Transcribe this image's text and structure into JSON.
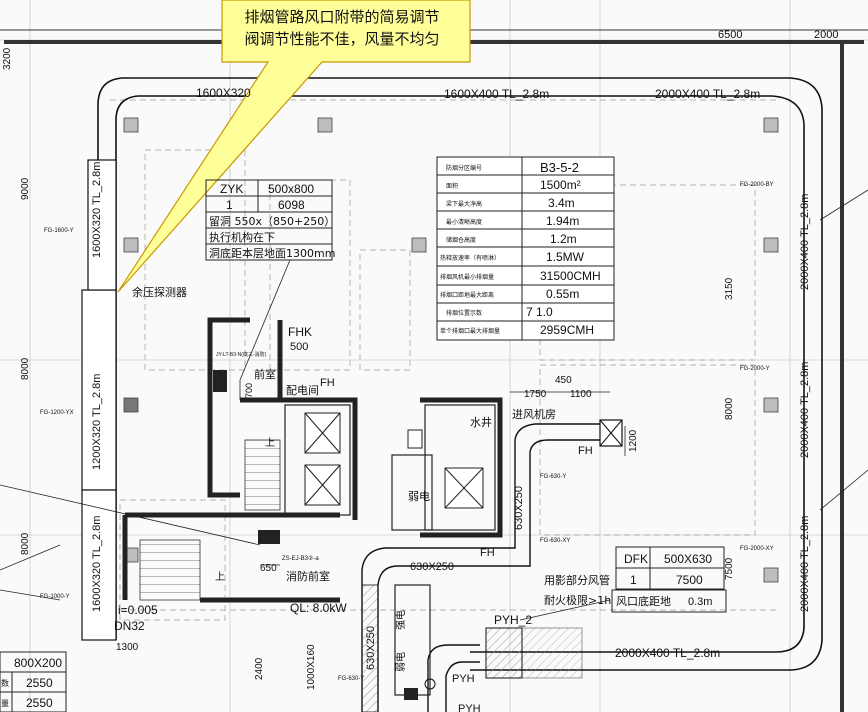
{
  "callout": {
    "line1": "排烟管路风口附带的简易调节",
    "line2": "阀调节性能不佳，风量不均匀"
  },
  "dims": {
    "d6500": "6500",
    "d2000": "2000",
    "d3200": "3200",
    "d9000": "9000",
    "d8000a": "8000",
    "d8000b": "8000",
    "d8000c": "8000",
    "d3150": "3150",
    "d7500": "7500",
    "d1750": "1750",
    "d450": "450",
    "d1100": "1100",
    "d1200": "1200",
    "d700": "700",
    "d650": "650",
    "d1300": "1300",
    "d2400": "2400"
  },
  "ducts": {
    "top_left": "1600X320",
    "top_mid": "1600X400  TL_2.8m",
    "top_right": "2000X400  TL_2.8m",
    "left_top": "1600X320  TL_2.8m",
    "left_mid": "1200X320  TL_2.8m",
    "left_bot": "1600X320  TL_2.8m",
    "right_top": "2000X400  TL_2.8m",
    "right_mid": "2000X400  TL_2.8m",
    "right_bot": "2000X400  TL_2.8m",
    "bottom": "2000X400  TL_2.8m",
    "riser_a": "630X250",
    "riser_b": "630X250",
    "riser_c": "630X250",
    "vert_1000": "1000X160"
  },
  "tags": {
    "fg1600": "FG-1600-Y",
    "fg1200": "FG-1200-YX",
    "fg1000": "FG-1000-Y",
    "fg2000a": "FG-2000-BY",
    "fg2000b": "FG-2000-Y",
    "fg2000c": "FG-2000-XY",
    "fg630a": "FG-630-Y",
    "fg630b": "FG-630-XY",
    "fg630c": "FG-630-Y"
  },
  "zyk": {
    "h1": "ZYK",
    "h2": "500x800",
    "r1a": "1",
    "r1b": "6098",
    "r2": "留洞 550x（850+250）",
    "r3": "执行机构在下",
    "r4": "洞底距本层地面1300mm"
  },
  "spec": {
    "rows": [
      {
        "k": "防烟分区编号",
        "v": "B3-5-2"
      },
      {
        "k": "面积",
        "v": "1500m²"
      },
      {
        "k": "梁下最大净高",
        "v": "3.4m"
      },
      {
        "k": "最小清晰高度",
        "v": "1.94m"
      },
      {
        "k": "储烟仓高度",
        "v": "1.2m"
      },
      {
        "k": "热释放速率（有喷淋）",
        "v": "1.5MW"
      },
      {
        "k": "排烟风机最小排烟量",
        "v": "31500CMH"
      },
      {
        "k": "排烟口距地最大距离",
        "v": "0.55m"
      },
      {
        "k": "排烟位置示数",
        "v": "7        1.0"
      },
      {
        "k": "单个排烟口最大排烟量",
        "v": "2959CMH"
      }
    ]
  },
  "dfk": {
    "h1": "DFK",
    "h2": "500X630",
    "r1a": "1",
    "r1b": "7500"
  },
  "notes": {
    "shared": "用影部分风管",
    "fire": "耐火极限>1h",
    "outlet": "风口底距地",
    "outlet_val": "0.3m"
  },
  "rooms": {
    "sensor": "余压探测器",
    "fhk": "FHK",
    "fhk_val": "500",
    "front_room": "前室",
    "power_room": "配电间",
    "fh1": "FH",
    "fh2": "FH",
    "fh3": "FH",
    "well": "水井",
    "intake": "进风机房",
    "weak": "弱电",
    "fire_front": "消防前室",
    "strong": "强电",
    "elec": "弱电",
    "up1": "上",
    "up2": "上",
    "pyh2": "PYH_2",
    "pyh": "PYH",
    "pyh_b": "PYH",
    "jy": "JY-LT-B3-N(底三-消防)",
    "zs": "ZS-EJ-B3②-a",
    "i": "i=0.005",
    "dn": "DN32",
    "ql": "QL: 8.0kW"
  },
  "bl_table": {
    "head": "800X200",
    "v1": "2550",
    "v2": "2550",
    "k1": "数",
    "k2": "量"
  }
}
